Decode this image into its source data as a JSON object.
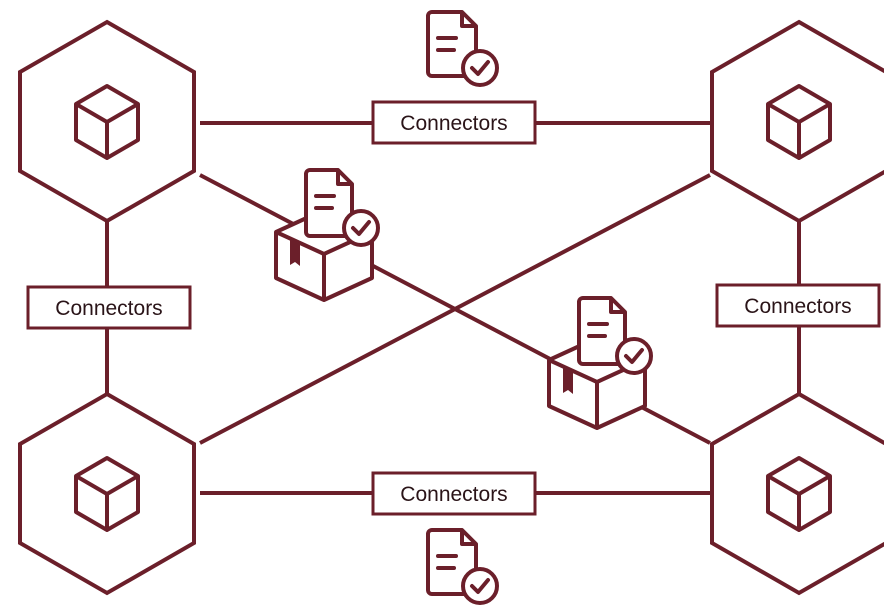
{
  "colors": {
    "stroke": "#6b1f2a",
    "background": "#ffffff",
    "text": "#2a1418",
    "icon_fill": "#ffffff"
  },
  "diagram": {
    "nodes": [
      {
        "id": "node-top-left",
        "icon": "cube-icon"
      },
      {
        "id": "node-top-right",
        "icon": "cube-icon"
      },
      {
        "id": "node-bottom-left",
        "icon": "cube-icon"
      },
      {
        "id": "node-bottom-right",
        "icon": "cube-icon"
      }
    ],
    "connectors": {
      "top": "Connectors",
      "left": "Connectors",
      "right": "Connectors",
      "bottom": "Connectors"
    },
    "icons": {
      "document_check": "document-check-icon",
      "package_document": "package-document-icon"
    }
  }
}
